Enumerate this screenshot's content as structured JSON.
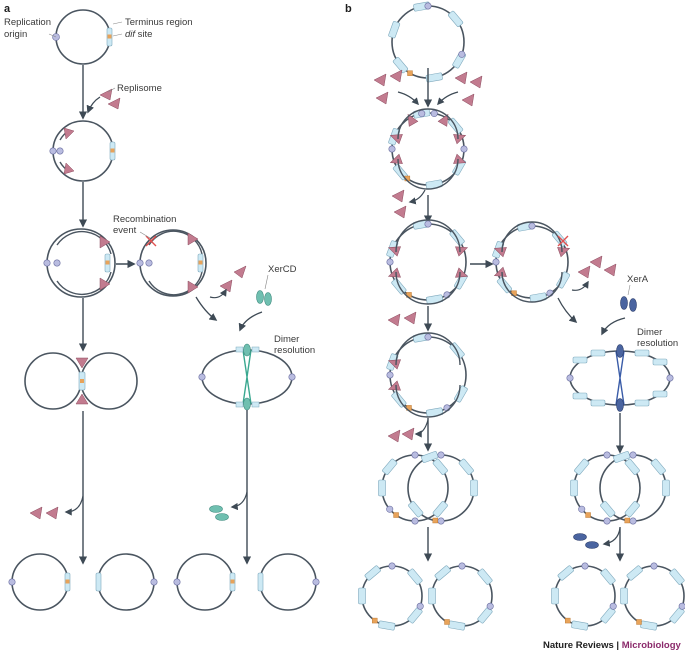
{
  "panels": {
    "a": "a",
    "b": "b"
  },
  "labels": {
    "replication_origin_1": "Replication",
    "replication_origin_2": "origin",
    "terminus_region": "Terminus region",
    "dif_1": "dif",
    "dif_2": " site",
    "replisome": "Replisome",
    "recomb_1": "Recombination",
    "recomb_2": "event",
    "xercd": "XerCD",
    "xera": "XerA",
    "dimer_1": "Dimer",
    "dimer_2": "resolution"
  },
  "footer": {
    "journal": "Nature Reviews",
    "separator": " | ",
    "section": "Microbiology"
  },
  "colors": {
    "chromosome": "#4a5560",
    "arrow": "#3e4a55",
    "origin": "#b9bce0",
    "dif": "#e8a35a",
    "replisome": "#c27b8f",
    "xercd": "#6fbfb0",
    "xera": "#4a64a0",
    "box": "#cde9f4",
    "crossing": "#e05050",
    "footer_accent": "#8b2a6b"
  }
}
